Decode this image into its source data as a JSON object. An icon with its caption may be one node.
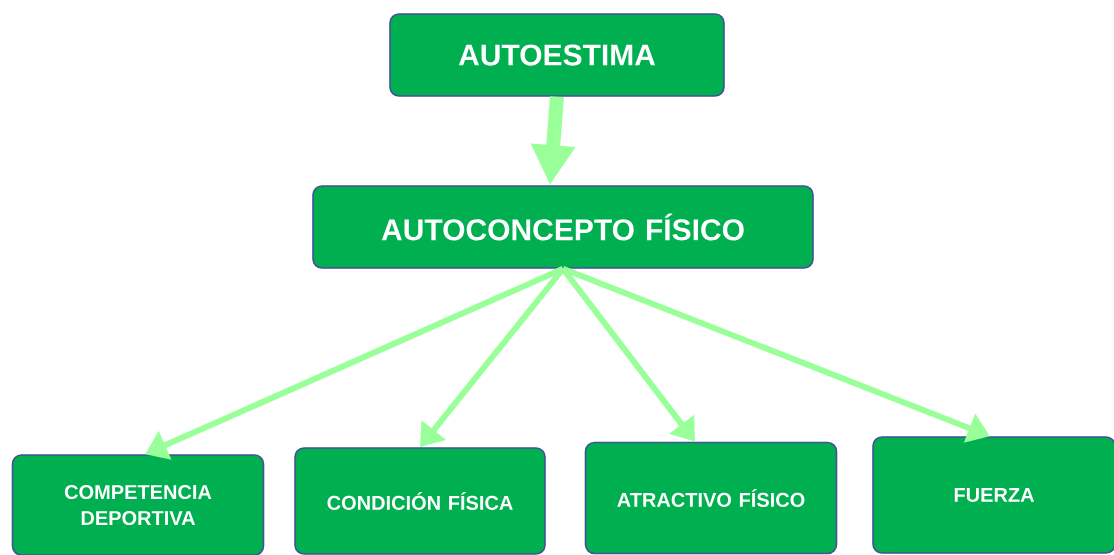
{
  "diagram": {
    "nodes": [
      {
        "text": [
          "AUTOESTIMA"
        ]
      },
      {
        "text": [
          "AUTOCONCEPTO FÍSICO"
        ]
      },
      {
        "text": [
          "COMPETENCIA DEPORTIVA"
        ]
      },
      {
        "text": [
          "CONDICIÓN FÍSICA"
        ]
      },
      {
        "text": [
          "ATRACTIVO FÍSICO"
        ]
      },
      {
        "text": [
          "FUERZA"
        ]
      }
    ],
    "edges": [
      {
        "from": 0,
        "to": 1,
        "arrow": "to",
        "style": "thick"
      },
      {
        "from": 1,
        "to": 2,
        "arrow": "to"
      },
      {
        "from": 1,
        "to": 3,
        "arrow": "to"
      },
      {
        "from": 1,
        "to": 4,
        "arrow": "to"
      },
      {
        "from": 1,
        "to": 5,
        "arrow": "to"
      }
    ]
  }
}
